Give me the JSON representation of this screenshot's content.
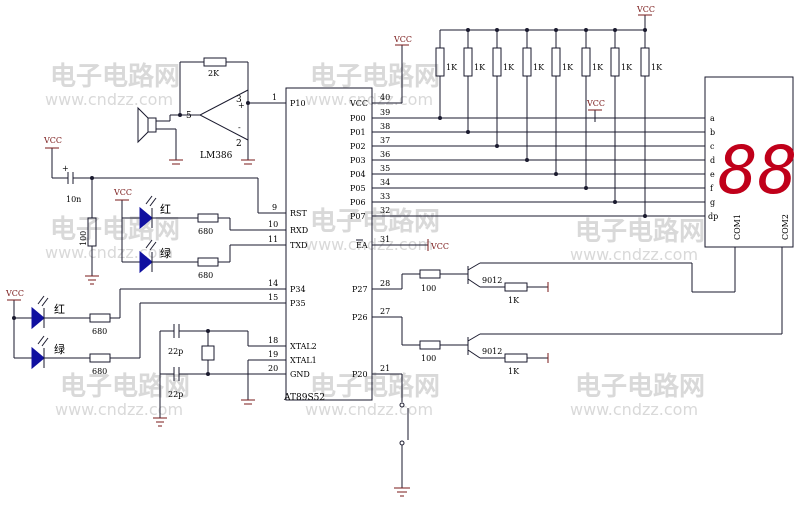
{
  "watermark": {
    "text": "电子电路网",
    "url": "www.cndzz.com"
  },
  "mcu": {
    "part": "AT89S52",
    "left_pins": [
      {
        "num": "1",
        "name": "P10"
      },
      {
        "num": "9",
        "name": "RST"
      },
      {
        "num": "10",
        "name": "RXD"
      },
      {
        "num": "11",
        "name": "TXD"
      },
      {
        "num": "14",
        "name": "P34"
      },
      {
        "num": "15",
        "name": "P35"
      },
      {
        "num": "18",
        "name": "XTAL2"
      },
      {
        "num": "19",
        "name": "XTAL1"
      },
      {
        "num": "20",
        "name": "GND"
      }
    ],
    "right_pins": [
      {
        "num": "40",
        "name": "VCC"
      },
      {
        "num": "39",
        "name": "P00"
      },
      {
        "num": "38",
        "name": "P01"
      },
      {
        "num": "37",
        "name": "P02"
      },
      {
        "num": "36",
        "name": "P03"
      },
      {
        "num": "35",
        "name": "P04"
      },
      {
        "num": "34",
        "name": "P05"
      },
      {
        "num": "33",
        "name": "P06"
      },
      {
        "num": "32",
        "name": "P07"
      },
      {
        "num": "31",
        "name": "EA"
      },
      {
        "num": "28",
        "name": "P27"
      },
      {
        "num": "27",
        "name": "P26"
      },
      {
        "num": "21",
        "name": "P20"
      }
    ]
  },
  "amp": {
    "part": "LM386",
    "pin_out": "5",
    "pin_in": "3",
    "pin_gnd": "2",
    "plus": "+",
    "minus": "-",
    "feedback_res": "2K"
  },
  "labels": {
    "vcc": "VCC",
    "cap_reset": "10n",
    "res_reset": "100",
    "res_680": "680",
    "res_100": "100",
    "res_1k": "1K",
    "cap_22p": "22p",
    "transistor": "9012",
    "led_red": "红",
    "led_green": "绿",
    "plus": "+"
  },
  "display": {
    "digits": "88",
    "segments": [
      "a",
      "b",
      "c",
      "d",
      "e",
      "f",
      "g",
      "dp"
    ],
    "com1": "COM1",
    "com2": "COM2"
  }
}
